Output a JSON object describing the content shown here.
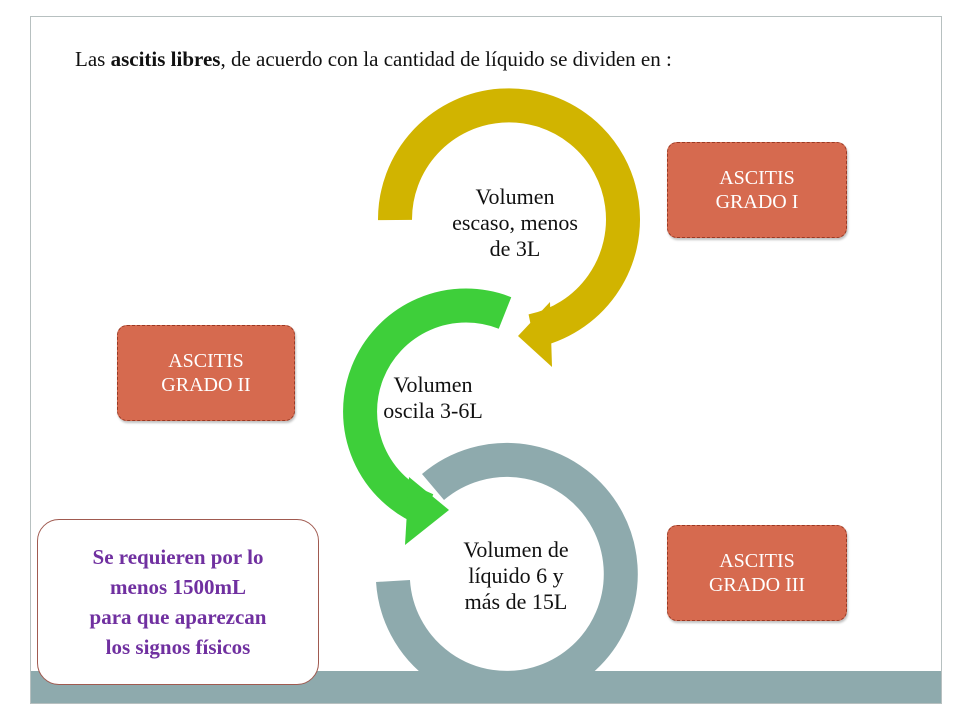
{
  "title": {
    "prefix": "Las ",
    "bold": "ascitis libres",
    "suffix": ", de acuerdo con la cantidad de líquido se dividen en :"
  },
  "steps": [
    {
      "lines": [
        "Volumen",
        "escaso, menos",
        "de 3L"
      ],
      "color": "#d1b400"
    },
    {
      "lines": [
        "Volumen",
        "oscila 3-6L"
      ],
      "color": "#3ecf3a"
    },
    {
      "lines": [
        "Volumen de",
        "líquido 6 y",
        "más de 15L"
      ],
      "color": "#8eaaad"
    }
  ],
  "grades": [
    {
      "lines": [
        "ASCITIS",
        "GRADO I"
      ]
    },
    {
      "lines": [
        "ASCITIS",
        "GRADO II"
      ]
    },
    {
      "lines": [
        "ASCITIS",
        "GRADO III"
      ]
    }
  ],
  "note": {
    "lines": [
      "Se requieren por lo",
      "menos 1500mL",
      "para que aparezcan",
      "los signos físicos"
    ]
  },
  "colors": {
    "grade_fill": "#d66a4f",
    "note_text": "#7030a0",
    "footer_band": "#8eaaad"
  }
}
